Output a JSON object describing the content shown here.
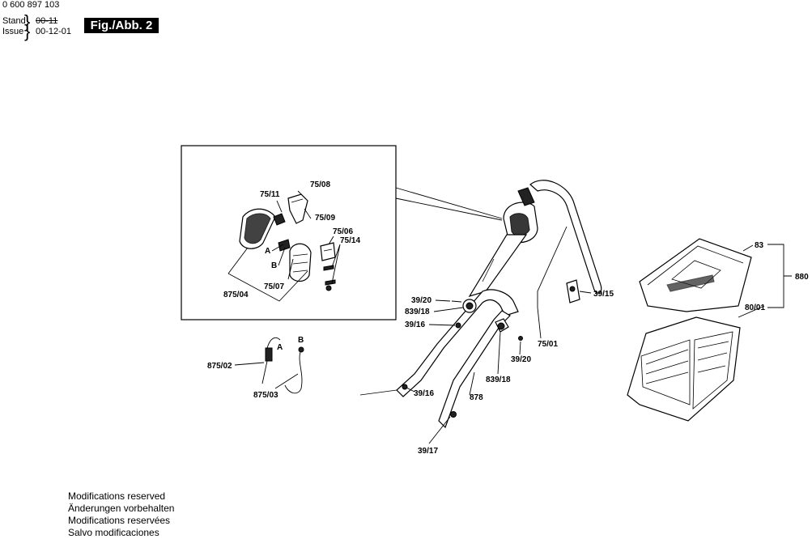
{
  "header": {
    "doc_number": "0 600 897 103",
    "stand_label": "Stand",
    "stand_value_old": "00-11",
    "issue_label": "Issue",
    "issue_value": "00-12-01",
    "figure_label": "Fig./Abb. 2"
  },
  "notes": [
    "Modifications reserved",
    "Änderungen vorbehalten",
    "Modifications reservées",
    "Salvo modificaciones"
  ],
  "labels": {
    "p7508": "75/08",
    "p7511": "75/11",
    "p7509": "75/09",
    "p7506": "75/06",
    "p7514": "75/14",
    "pA": "A",
    "pB": "B",
    "p7507": "75/07",
    "p87504": "875/04",
    "p3920a": "39/20",
    "p83918a": "839/18",
    "p3916a": "39/16",
    "p3915": "39/15",
    "p7501": "75/01",
    "p3920b": "39/20",
    "p83918b": "839/18",
    "p3916b": "39/16",
    "p878": "878",
    "p3917": "39/17",
    "p87502": "875/02",
    "p87503": "875/03",
    "pA2": "A",
    "pB2": "B",
    "p83": "83",
    "p8001": "80/01",
    "p880": "880"
  }
}
